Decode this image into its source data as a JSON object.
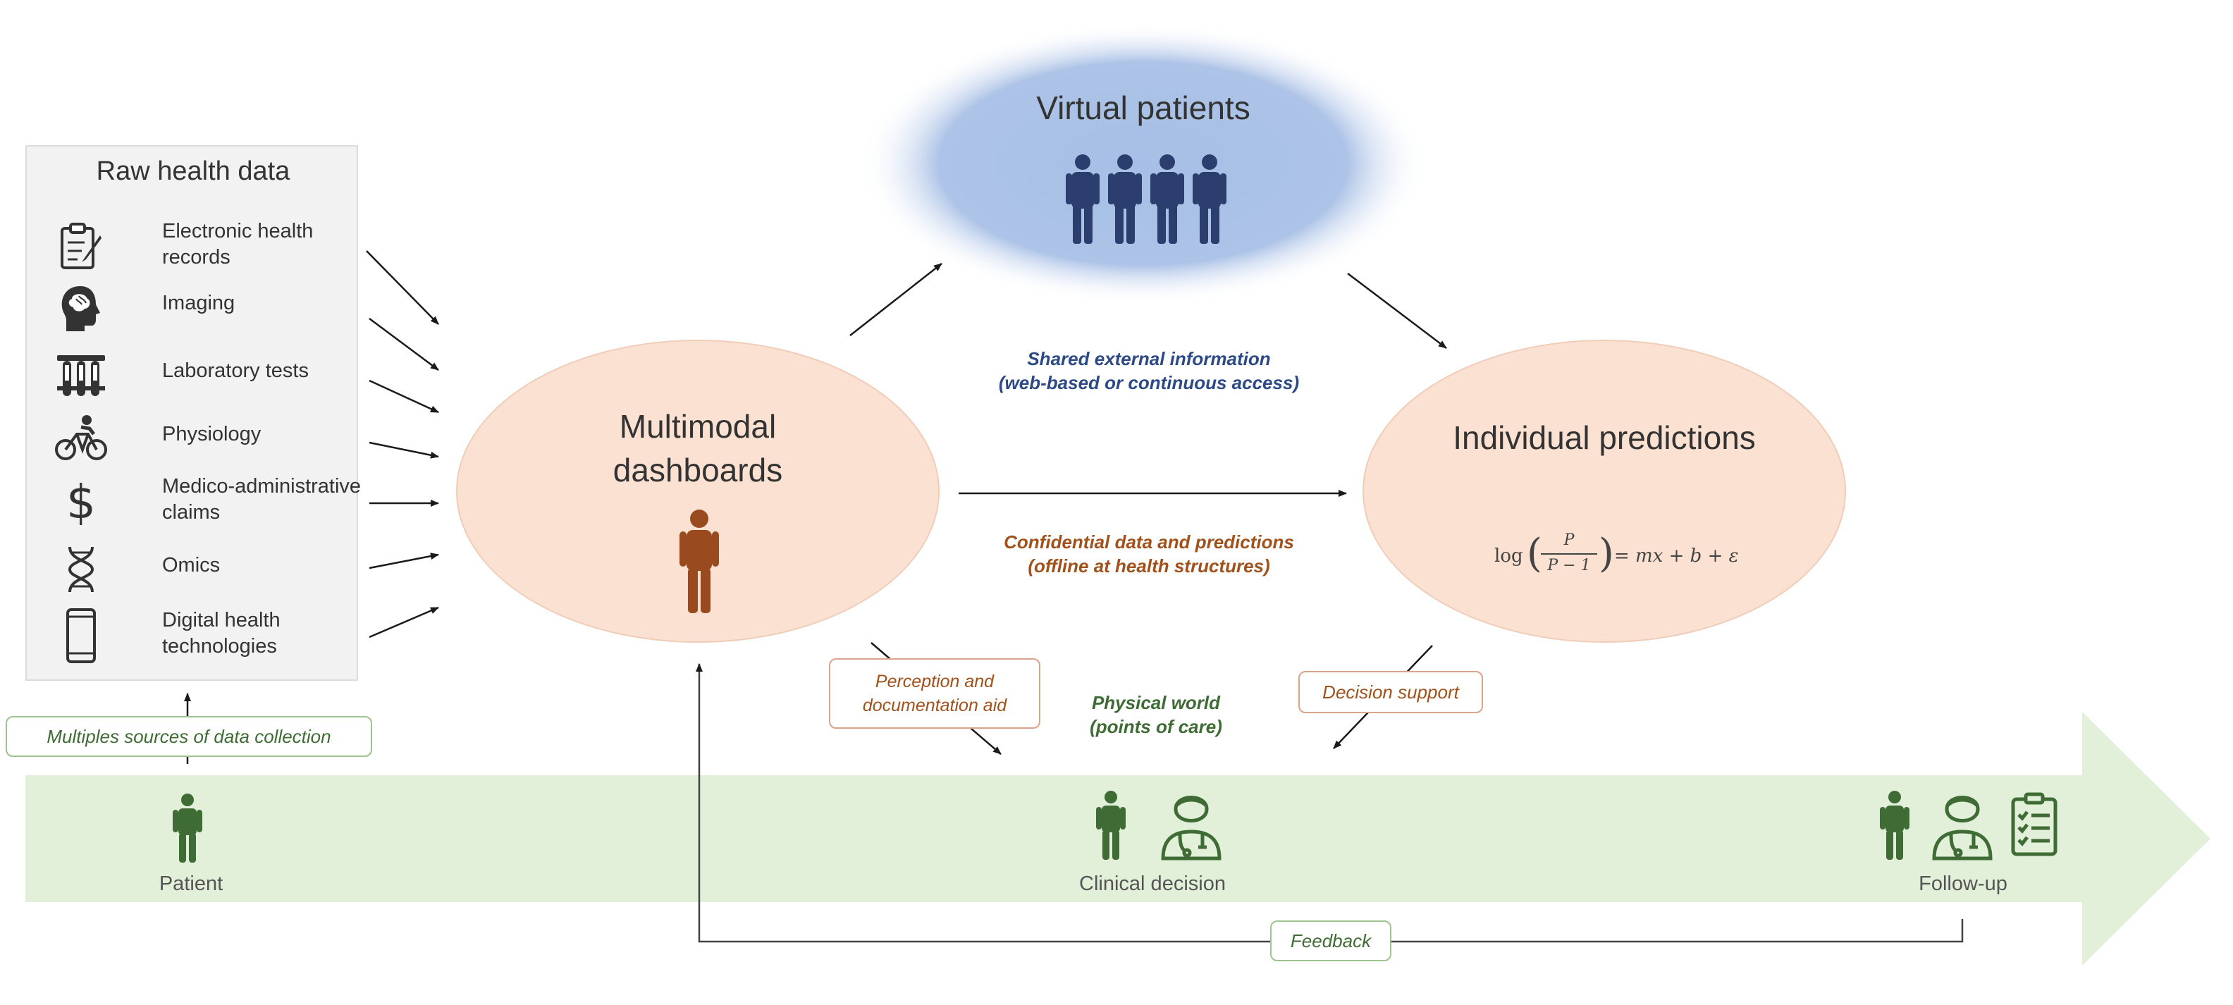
{
  "raw_panel": {
    "title": "Raw health data",
    "items": [
      {
        "icon": "clipboard-edit-icon",
        "label": "Electronic health records"
      },
      {
        "icon": "head-brain-icon",
        "label": "Imaging"
      },
      {
        "icon": "test-tubes-icon",
        "label": "Laboratory tests"
      },
      {
        "icon": "cyclist-icon",
        "label": "Physiology"
      },
      {
        "icon": "dollar-icon",
        "label": "Medico-administrative claims"
      },
      {
        "icon": "dna-icon",
        "label": "Omics"
      },
      {
        "icon": "smartphone-icon",
        "label": "Digital health technologies"
      }
    ]
  },
  "collection_label": "Multiples sources of data collection",
  "virtual_patients": {
    "title": "Virtual patients",
    "icon": "group-of-people-icon"
  },
  "dashboards": {
    "title_line1": "Multimodal",
    "title_line2": "dashboards",
    "icon": "person-icon"
  },
  "predictions": {
    "title": "Individual predictions",
    "formula": {
      "log": "log",
      "num": "P",
      "den": "P − 1",
      "rhs": "= mx + b + ε"
    }
  },
  "shared_note": {
    "line1": "Shared external information",
    "line2": "(web-based or continuous access)"
  },
  "confidential_note": {
    "line1": "Confidential data and predictions",
    "line2": "(offline at health structures)"
  },
  "perception_label": {
    "line1": "Perception and",
    "line2": "documentation aid"
  },
  "physical_note": {
    "line1": "Physical world",
    "line2": "(points of care)"
  },
  "decision_support_label": "Decision support",
  "timeline": {
    "stages": [
      {
        "label": "Patient",
        "icons": [
          "person-icon"
        ]
      },
      {
        "label": "Clinical decision",
        "icons": [
          "person-icon",
          "doctor-icon"
        ]
      },
      {
        "label": "Follow-up",
        "icons": [
          "person-icon",
          "doctor-icon",
          "checklist-icon"
        ]
      }
    ]
  },
  "feedback_label": "Feedback",
  "colors": {
    "timeline_green": "#e3f0d9",
    "dark_green": "#3f6b35",
    "peach": "#fbe1d2",
    "blue_cloud": "#a7bfe6",
    "navy": "#2c3e6e",
    "brown": "#9a4a1f",
    "orange_text": "#a0511c",
    "blue_text": "#2d4a86"
  }
}
